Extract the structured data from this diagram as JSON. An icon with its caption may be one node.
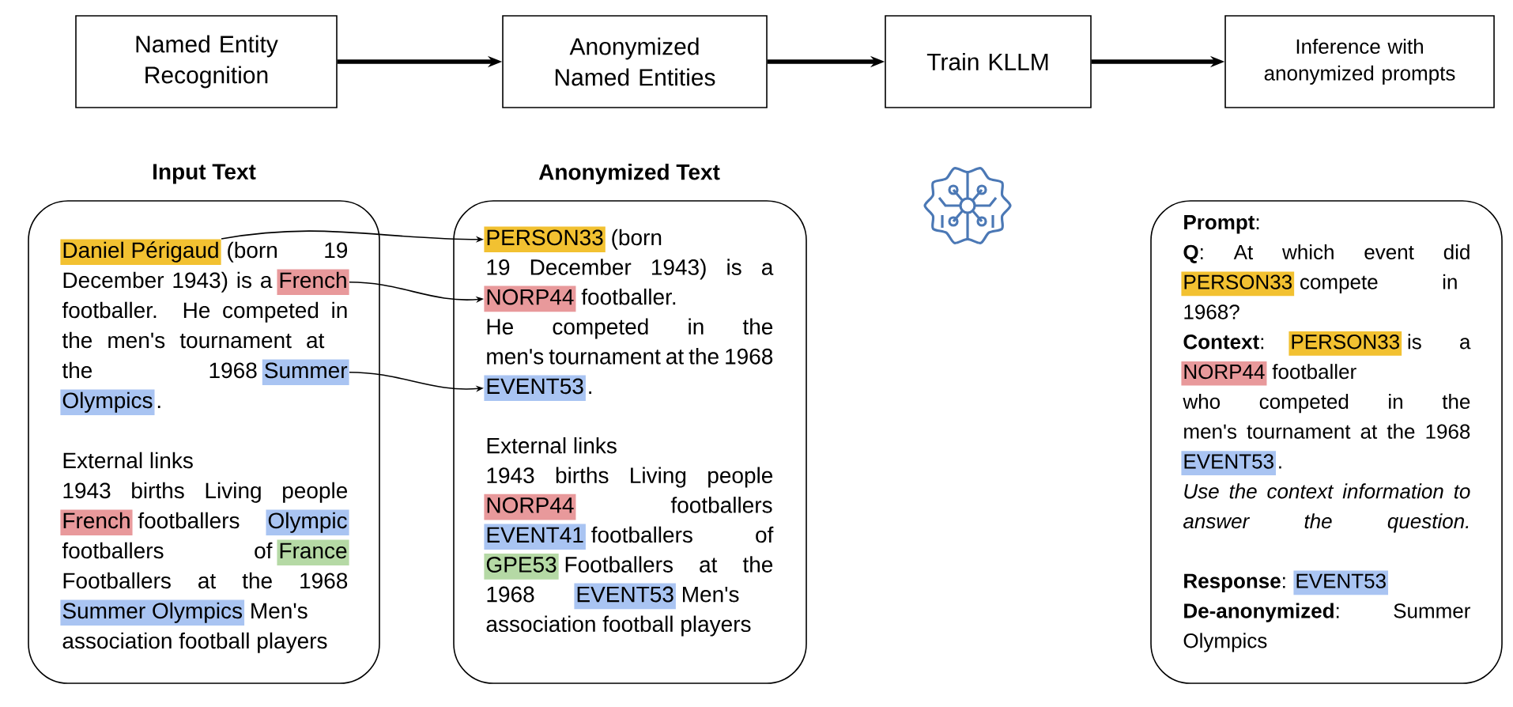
{
  "diagram": {
    "nodes": [
      {
        "text": [
          "Named Entity Recognition"
        ]
      },
      {
        "text": [
          "Anonymized Named Entities"
        ]
      },
      {
        "text": [
          "Train KLLM"
        ]
      },
      {
        "text": [
          "Inference with anonymized prompts"
        ]
      },
      {
        "text": [
          "Input Text",
          "(born 19 December 1943) is a",
          "footballer. He competed in the men's tournament at the 1968",
          ".",
          "External links",
          "1943 births Living people",
          "footballers",
          "footballers of",
          "Footballers at the 1968",
          "Men's association football players"
        ]
      },
      {
        "text": [
          "Daniel Périgaud"
        ],
        "in": 4
      },
      {
        "text": [
          "French"
        ],
        "in": 4
      },
      {
        "text": [
          "Summer"
        ],
        "in": 4
      },
      {
        "text": [
          "Olympics"
        ],
        "in": 4
      },
      {
        "text": [
          "French"
        ],
        "in": 4
      },
      {
        "text": [
          "Olympic"
        ],
        "in": 4
      },
      {
        "text": [
          "France"
        ],
        "in": 4
      },
      {
        "text": [
          "Summer Olympics"
        ],
        "in": 4
      },
      {
        "text": [
          "Anonymized Text",
          "(born 19 December 1943) is a",
          "footballer. He competed in the men's tournament at the 1968",
          ".",
          "External links",
          "1943 births Living people",
          "footballers",
          "footballers of",
          "Footballers at the 1968",
          "Men's association football players"
        ]
      },
      {
        "text": [
          "PERSON33"
        ],
        "in": 13
      },
      {
        "text": [
          "NORP44"
        ],
        "in": 13
      },
      {
        "text": [
          "EVENT53"
        ],
        "in": 13
      },
      {
        "text": [
          "NORP44"
        ],
        "in": 13
      },
      {
        "text": [
          "EVENT41"
        ],
        "in": 13
      },
      {
        "text": [
          "GPE53"
        ],
        "in": 13
      },
      {
        "text": [
          "EVENT53"
        ],
        "in": 13
      },
      {
        "text": [
          "**Prompt**:",
          "**Q**: At which event did",
          "compete in 1968?",
          "**Context**:",
          "is a",
          "footballer who competed in the men's tournament at the 1968",
          ".",
          "Use the context information to answer the question.",
          "**Response**:",
          "**De-anonymized**: Summer Olympics"
        ]
      },
      {
        "text": [
          "PERSON33"
        ],
        "in": 21
      },
      {
        "text": [
          "PERSON33"
        ],
        "in": 21
      },
      {
        "text": [
          "NORP44"
        ],
        "in": 21
      },
      {
        "text": [
          "EVENT53"
        ],
        "in": 21
      },
      {
        "text": [
          "EVENT53"
        ],
        "in": 21
      }
    ],
    "edges": [
      {
        "from": 0,
        "to": 1,
        "arrow": "to",
        "style": "thick"
      },
      {
        "from": 1,
        "to": 2,
        "arrow": "to",
        "style": "thick"
      },
      {
        "from": 2,
        "to": 3,
        "arrow": "to",
        "style": "thick"
      },
      {
        "from": 5,
        "to": 14,
        "arrow": "to"
      },
      {
        "from": 6,
        "to": 15,
        "arrow": "to"
      },
      {
        "from": 7,
        "to": 16,
        "arrow": "to"
      }
    ]
  }
}
